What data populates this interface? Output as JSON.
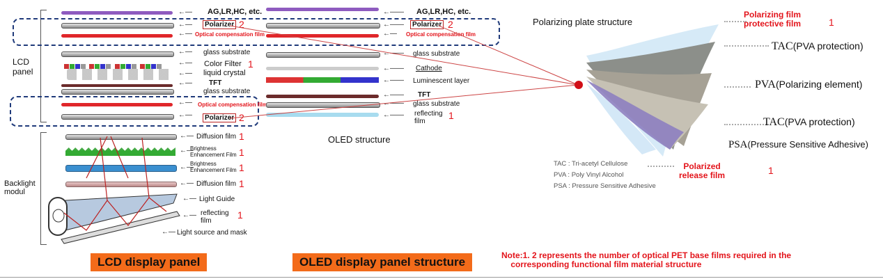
{
  "lcd": {
    "panel_label": "LCD\npanel",
    "backlight_label": "Backlight\nmodul",
    "layers": {
      "ag": "AG,LR,HC, etc.",
      "polarizer_top": "Polarizer",
      "polarizer_top_num": "2",
      "ocf_top": "Optical compensation film",
      "glass1": "glass substrate",
      "color_filter": "Color Filter",
      "color_filter_num": "1",
      "liquid_crystal": "liquid crystal",
      "tft": "TFT",
      "glass2": "glass substrate",
      "ocf_bottom": "Optical compensation film",
      "polarizer_bottom": "Polarizer",
      "polarizer_bottom_num": "2",
      "diffusion1": "Diffusion film",
      "diffusion1_num": "1",
      "bef1": "Brightness\nEnhancement Film",
      "bef1_num": "1",
      "bef2": "Brightness\nEnhancement Film",
      "bef2_num": "1",
      "diffusion2": "Diffusion film",
      "diffusion2_num": "1",
      "light_guide": "Light Guide",
      "reflecting": "reflecting\nfilm",
      "reflecting_num": "1",
      "light_source": "Light source and mask"
    },
    "banner": "LCD display panel"
  },
  "oled": {
    "layers": {
      "ag": "AG,LR,HC, etc.",
      "polarizer": "Polarizer",
      "polarizer_num": "2",
      "ocf": "Optical compensation film",
      "glass1": "glass substrate",
      "cathode": "Cathode",
      "luminescent": "Luminescent layer",
      "tft": "TFT",
      "glass2": "glass substrate",
      "reflecting": "reflecting\nfilm",
      "reflecting_num": "1"
    },
    "caption": "OLED structure",
    "banner": "OLED display panel structure"
  },
  "polarizing": {
    "title": "Polarizing plate structure",
    "protective": "Polarizing film\nprotective film",
    "protective_num": "1",
    "tac1_abbr": "TAC",
    "tac1_text": "(PVA protection)",
    "pva_abbr": "PVA",
    "pva_text": "(Polarizing element)",
    "tac2_abbr": "TAC",
    "tac2_text": "(PVA protection)",
    "psa_abbr": "PSA",
    "psa_text": "(Pressure Sensitive Adhesive)",
    "release": "Polarized\nrelease film",
    "release_num": "1",
    "legend": [
      "TAC : Tri-acetyl Cellulose",
      "PVA : Poly Vinyl Alcohol",
      "PSA : Pressure Sensitive Adhesive"
    ]
  },
  "note": "Note:1. 2 represents the number of optical PET base films required in the\n    corresponding functional film material structure",
  "colors": {
    "banner": "#f36b1a",
    "accent_red": "#e3141b",
    "dash_blue": "#1f3a7a"
  }
}
